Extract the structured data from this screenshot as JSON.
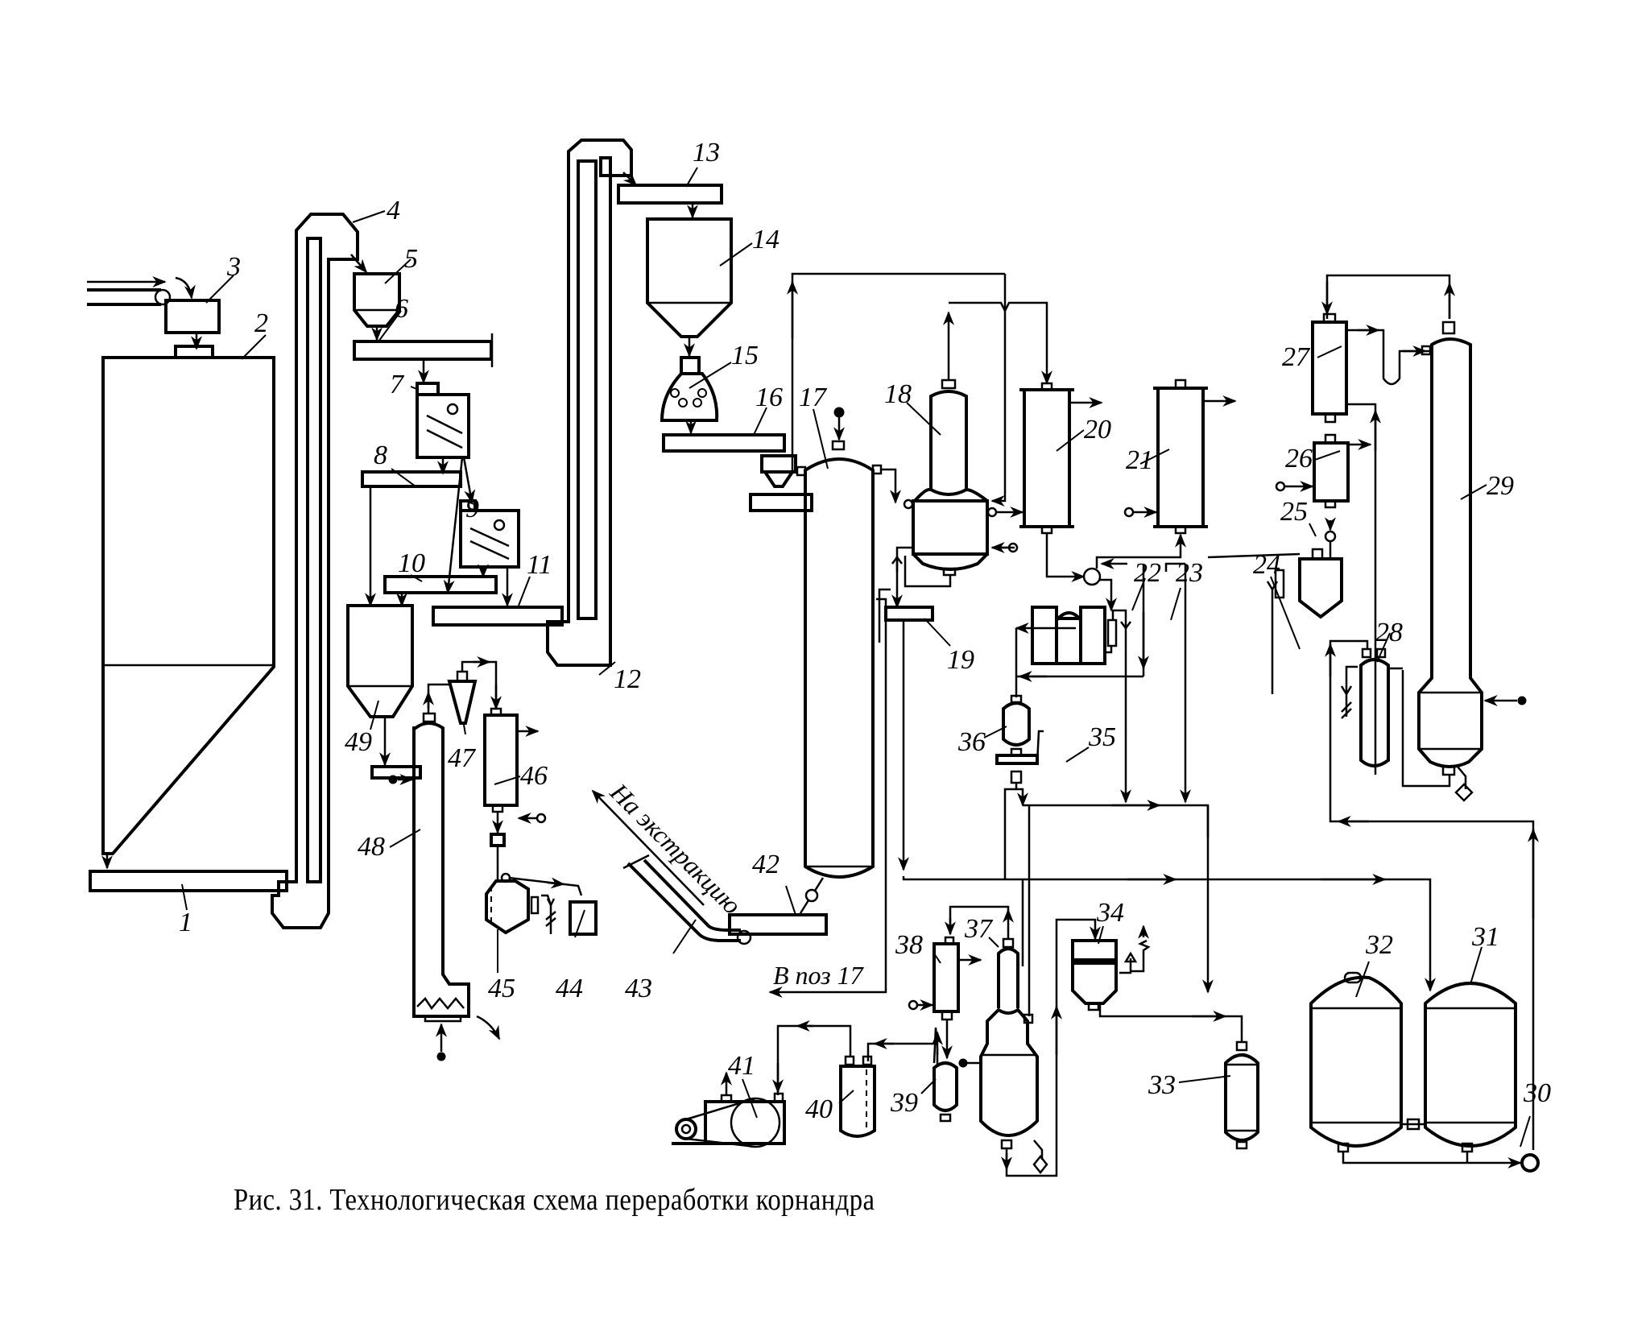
{
  "figure": {
    "caption": "Рис. 31. Технологическая схема переработки корнандра",
    "notes": {
      "to_extraction": "На экстракцию",
      "to_pos17": "В поз 17"
    }
  },
  "equipment_labels": {
    "n1": "1",
    "n2": "2",
    "n3": "3",
    "n4": "4",
    "n5": "5",
    "n6": "6",
    "n7": "7",
    "n8": "8",
    "n9": "9",
    "n10": "10",
    "n11": "11",
    "n12": "12",
    "n13": "13",
    "n14": "14",
    "n15": "15",
    "n16": "16",
    "n17": "17",
    "n18": "18",
    "n19": "19",
    "n20": "20",
    "n21": "21",
    "n22": "22",
    "n23": "23",
    "n24": "24",
    "n25": "25",
    "n26": "26",
    "n27": "27",
    "n28": "28",
    "n29": "29",
    "n30": "30",
    "n31": "31",
    "n32": "32",
    "n33": "33",
    "n34": "34",
    "n35": "35",
    "n36": "36",
    "n37": "37",
    "n38": "38",
    "n39": "39",
    "n40": "40",
    "n41": "41",
    "n42": "42",
    "n43": "43",
    "n44": "44",
    "n45": "45",
    "n46": "46",
    "n47": "47",
    "n48": "48",
    "n49": "49"
  },
  "icons": {
    "screw_conveyor": "screw-conveyor-icon",
    "bucket_elevator": "bucket-elevator-icon",
    "hopper": "hopper-icon",
    "column": "column-icon",
    "heat_exchanger": "heat-exchanger-icon",
    "tank": "tank-icon",
    "pump": "pump-icon",
    "vacuum_pump": "vacuum-pump-icon",
    "cyclone": "cyclone-icon",
    "flow_arrow": "arrow-icon"
  }
}
